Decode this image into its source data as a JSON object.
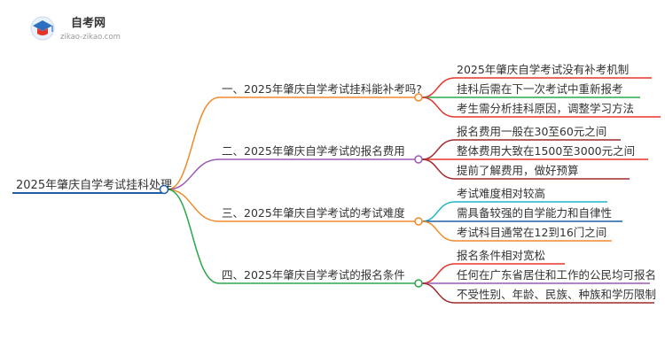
{
  "logo": {
    "name": "自考网",
    "domain": "zikao-zikao.com",
    "icon": "graduation-cap-icon"
  },
  "root": {
    "label": "2025年肇庆自学考试挂科处理",
    "color": "#1f5fa8"
  },
  "branches": [
    {
      "label": "一、2025年肇庆自学考试挂科能补考吗?",
      "color": "#f08a2c",
      "children": [
        {
          "label": "2025年肇庆自学考试没有补考机制",
          "color": "#e7332a"
        },
        {
          "label": "挂科后需在下一次考试中重新报考",
          "color": "#2ba84a"
        },
        {
          "label": "考生需分析挂科原因，调整学习方法",
          "color": "#e7332a"
        }
      ]
    },
    {
      "label": "二、2025年肇庆自学考试的报名费用",
      "color": "#9b59b6",
      "children": [
        {
          "label": "报名费用一般在30至60元之间",
          "color": "#9e2a2f"
        },
        {
          "label": "整体费用大致在1500至3000元之间",
          "color": "#e7332a"
        },
        {
          "label": "提前了解费用，做好预算",
          "color": "#9e2a2f"
        }
      ]
    },
    {
      "label": "三、2025年肇庆自学考试的考试难度",
      "color": "#f08a2c",
      "children": [
        {
          "label": "考试难度相对较高",
          "color": "#1fb5c8"
        },
        {
          "label": "需具备较强的自学能力和自律性",
          "color": "#1f5fa8"
        },
        {
          "label": "考试科目通常在12到16门之间",
          "color": "#f08a2c"
        }
      ]
    },
    {
      "label": "四、2025年肇庆自学考试的报名条件",
      "color": "#2ba84a",
      "children": [
        {
          "label": "报名条件相对宽松",
          "color": "#e7332a"
        },
        {
          "label": "任何在广东省居住和工作的公民均可报名",
          "color": "#9b59b6"
        },
        {
          "label": "不受性别、年龄、民族、种族和学历限制",
          "color": "#9e2a2f"
        }
      ]
    }
  ]
}
